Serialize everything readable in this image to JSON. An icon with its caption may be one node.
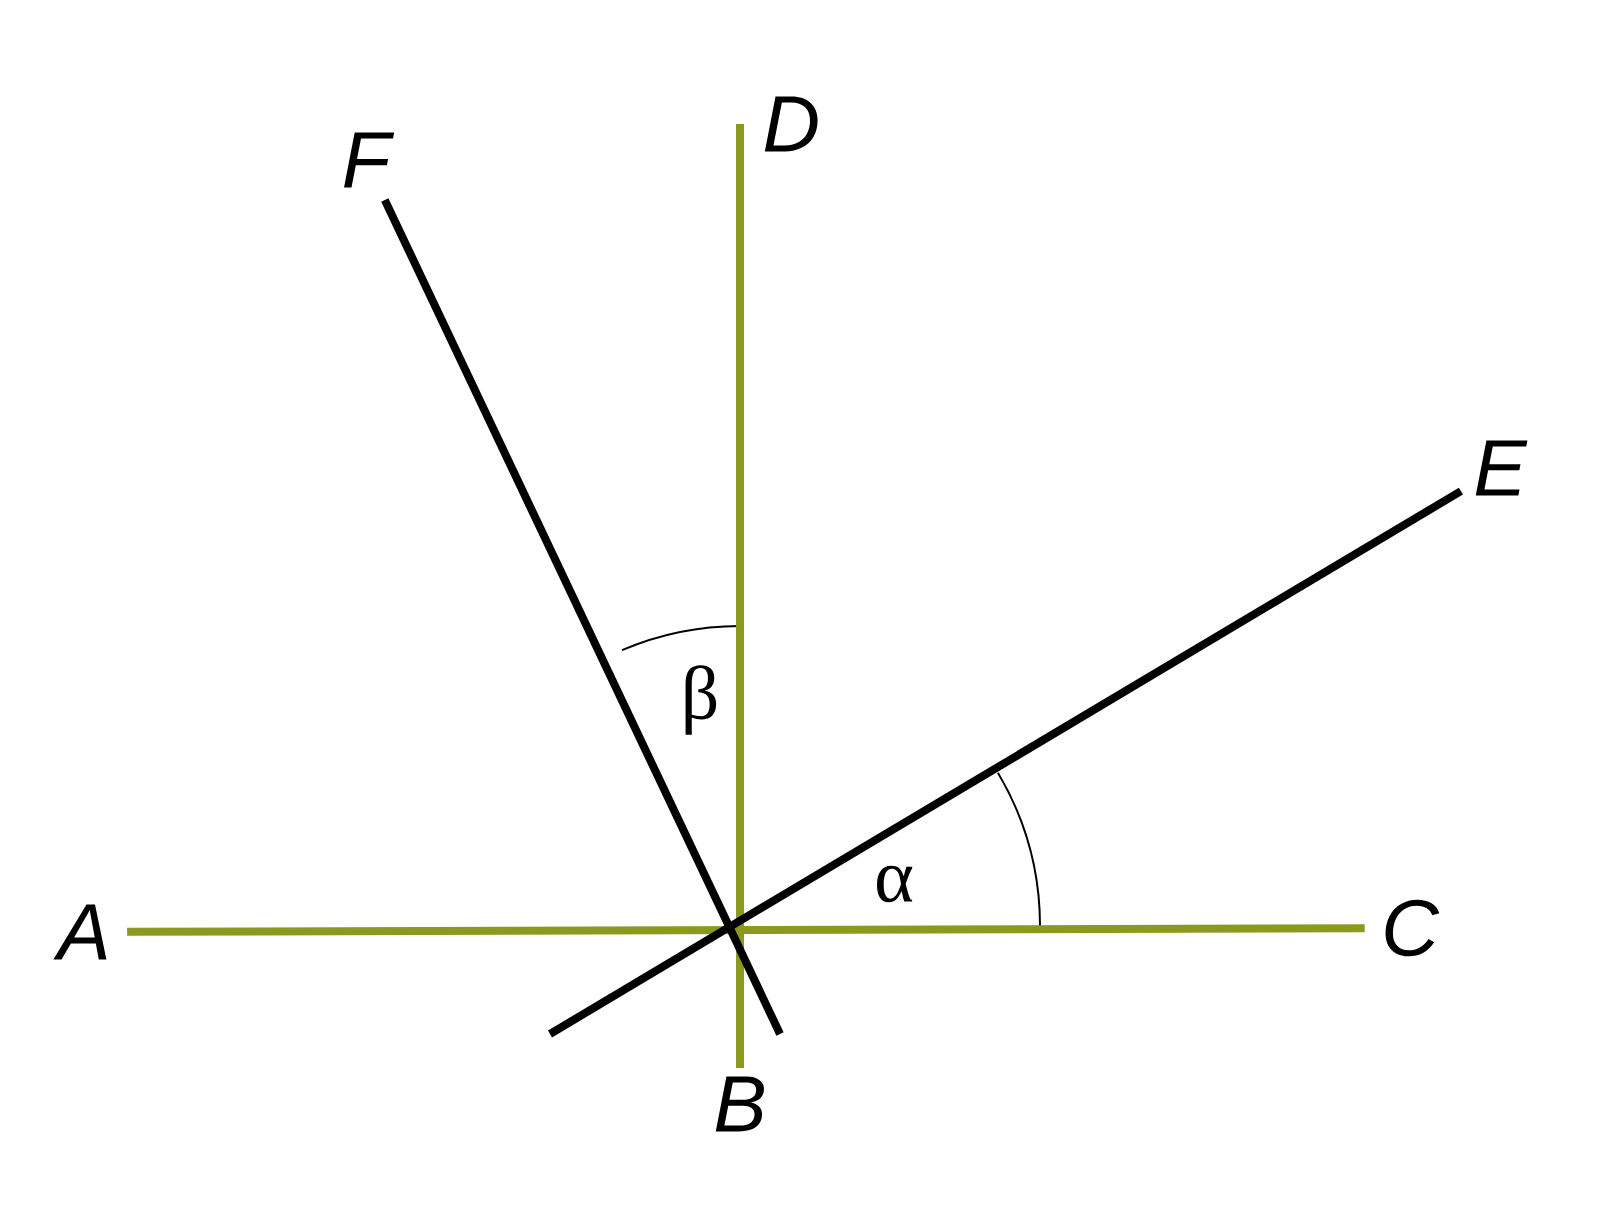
{
  "diagram": {
    "nodes": [
      {
        "text": [
          "A"
        ]
      },
      {
        "text": [
          "B"
        ]
      },
      {
        "text": [
          "C"
        ]
      },
      {
        "text": [
          "D"
        ]
      },
      {
        "text": [
          "E"
        ]
      },
      {
        "text": [
          "F"
        ]
      }
    ],
    "edges": [
      {
        "from": 0,
        "to": 2,
        "arrow": "none",
        "color": "#8b9a1f"
      },
      {
        "from": 1,
        "to": 3,
        "arrow": "none",
        "color": "#8b9a1f"
      },
      {
        "from": null,
        "to": 4,
        "arrow": "none",
        "color": "#000000"
      },
      {
        "from": 5,
        "to": null,
        "arrow": "none",
        "color": "#000000"
      }
    ],
    "labels": [
      "β",
      "α"
    ]
  }
}
